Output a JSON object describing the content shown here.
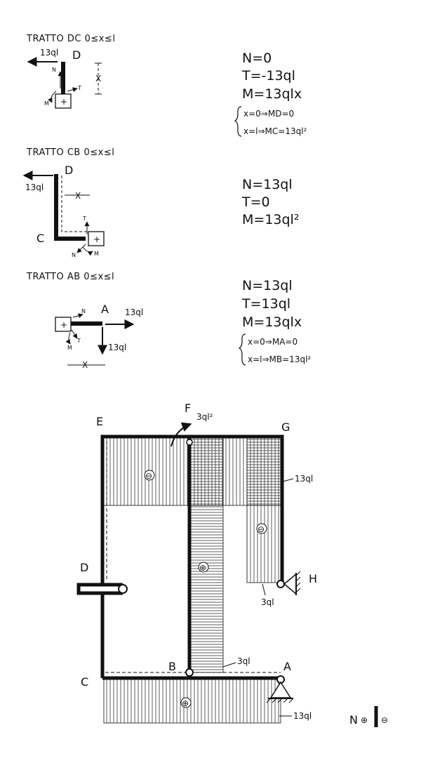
{
  "sections": [
    {
      "heading": "TRATTO DC  0≤x≤l",
      "point_label": "D",
      "load": "13ql",
      "x_label": "X",
      "axis_n": "N",
      "axis_t": "T",
      "axis_m": "M",
      "sign": "+",
      "eqs": [
        "N=0",
        "T=-13ql",
        "M=13qlx"
      ],
      "cases": [
        "x=0⇒MD=0",
        "x=l⇒MC=13ql²"
      ]
    },
    {
      "heading": "TRATTO CB  0≤x≤l",
      "point_top": "D",
      "point_bottom": "C",
      "load": "13ql",
      "x_label": "X",
      "axis_n": "N",
      "axis_t": "T",
      "axis_m": "M",
      "sign": "+",
      "eqs": [
        "N=13ql",
        "T=0",
        "M=13ql²"
      ]
    },
    {
      "heading": "TRATTO AB  0≤x≤l",
      "point_label": "A",
      "load_h": "13ql",
      "load_v": "13ql",
      "x_label": "X",
      "axis_n": "N",
      "axis_t": "T",
      "axis_m": "M",
      "sign": "+",
      "eqs": [
        "N=13ql",
        "T=13ql",
        "M=13qlx"
      ],
      "cases": [
        "x=0⇒MA=0",
        "x=l⇒MB=13ql²"
      ]
    }
  ],
  "diagram": {
    "nodes": {
      "E": "E",
      "F": "F",
      "G": "G",
      "D": "D",
      "H": "H",
      "C": "C",
      "B": "B",
      "A": "A"
    },
    "moment_load": "3ql²",
    "values": {
      "right_top": "13ql",
      "right_low": "3ql",
      "center": "3ql",
      "bottom": "13ql"
    },
    "signs": {
      "top": "⊖",
      "center": "⊕",
      "right": "⊖",
      "bottom": "⊕"
    },
    "legend": {
      "label": "N",
      "plus": "⊕",
      "minus": "⊖"
    }
  }
}
